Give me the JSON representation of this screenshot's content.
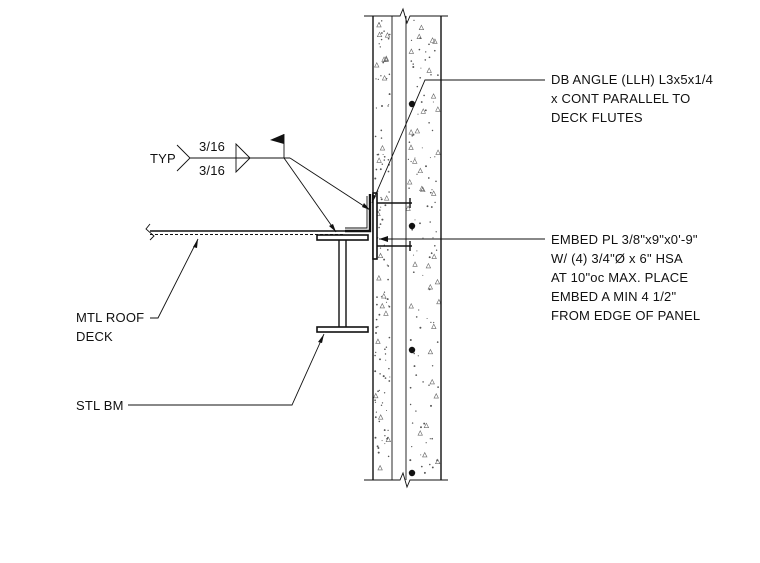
{
  "callouts": {
    "angle": [
      "DB ANGLE (LLH) L3x5x1/4",
      "x CONT PARALLEL TO",
      "DECK FLUTES"
    ],
    "embed": [
      "EMBED PL 3/8\"x9\"x0'-9\"",
      "W/ (4) 3/4\"Ø x 6\" HSA",
      "AT 10\"oc MAX.  PLACE",
      "EMBED A MIN 4 1/2\"",
      "FROM EDGE OF PANEL"
    ],
    "deck": [
      "MTL ROOF",
      "DECK"
    ],
    "beam": [
      "STL BM"
    ]
  },
  "weld_symbol": {
    "prefix": "TYP",
    "size_top": "3/16",
    "size_bottom": "3/16",
    "type": "fillet-both-sides",
    "field_weld_flag": true
  },
  "colors": {
    "linework": "#111111",
    "background": "#ffffff"
  }
}
